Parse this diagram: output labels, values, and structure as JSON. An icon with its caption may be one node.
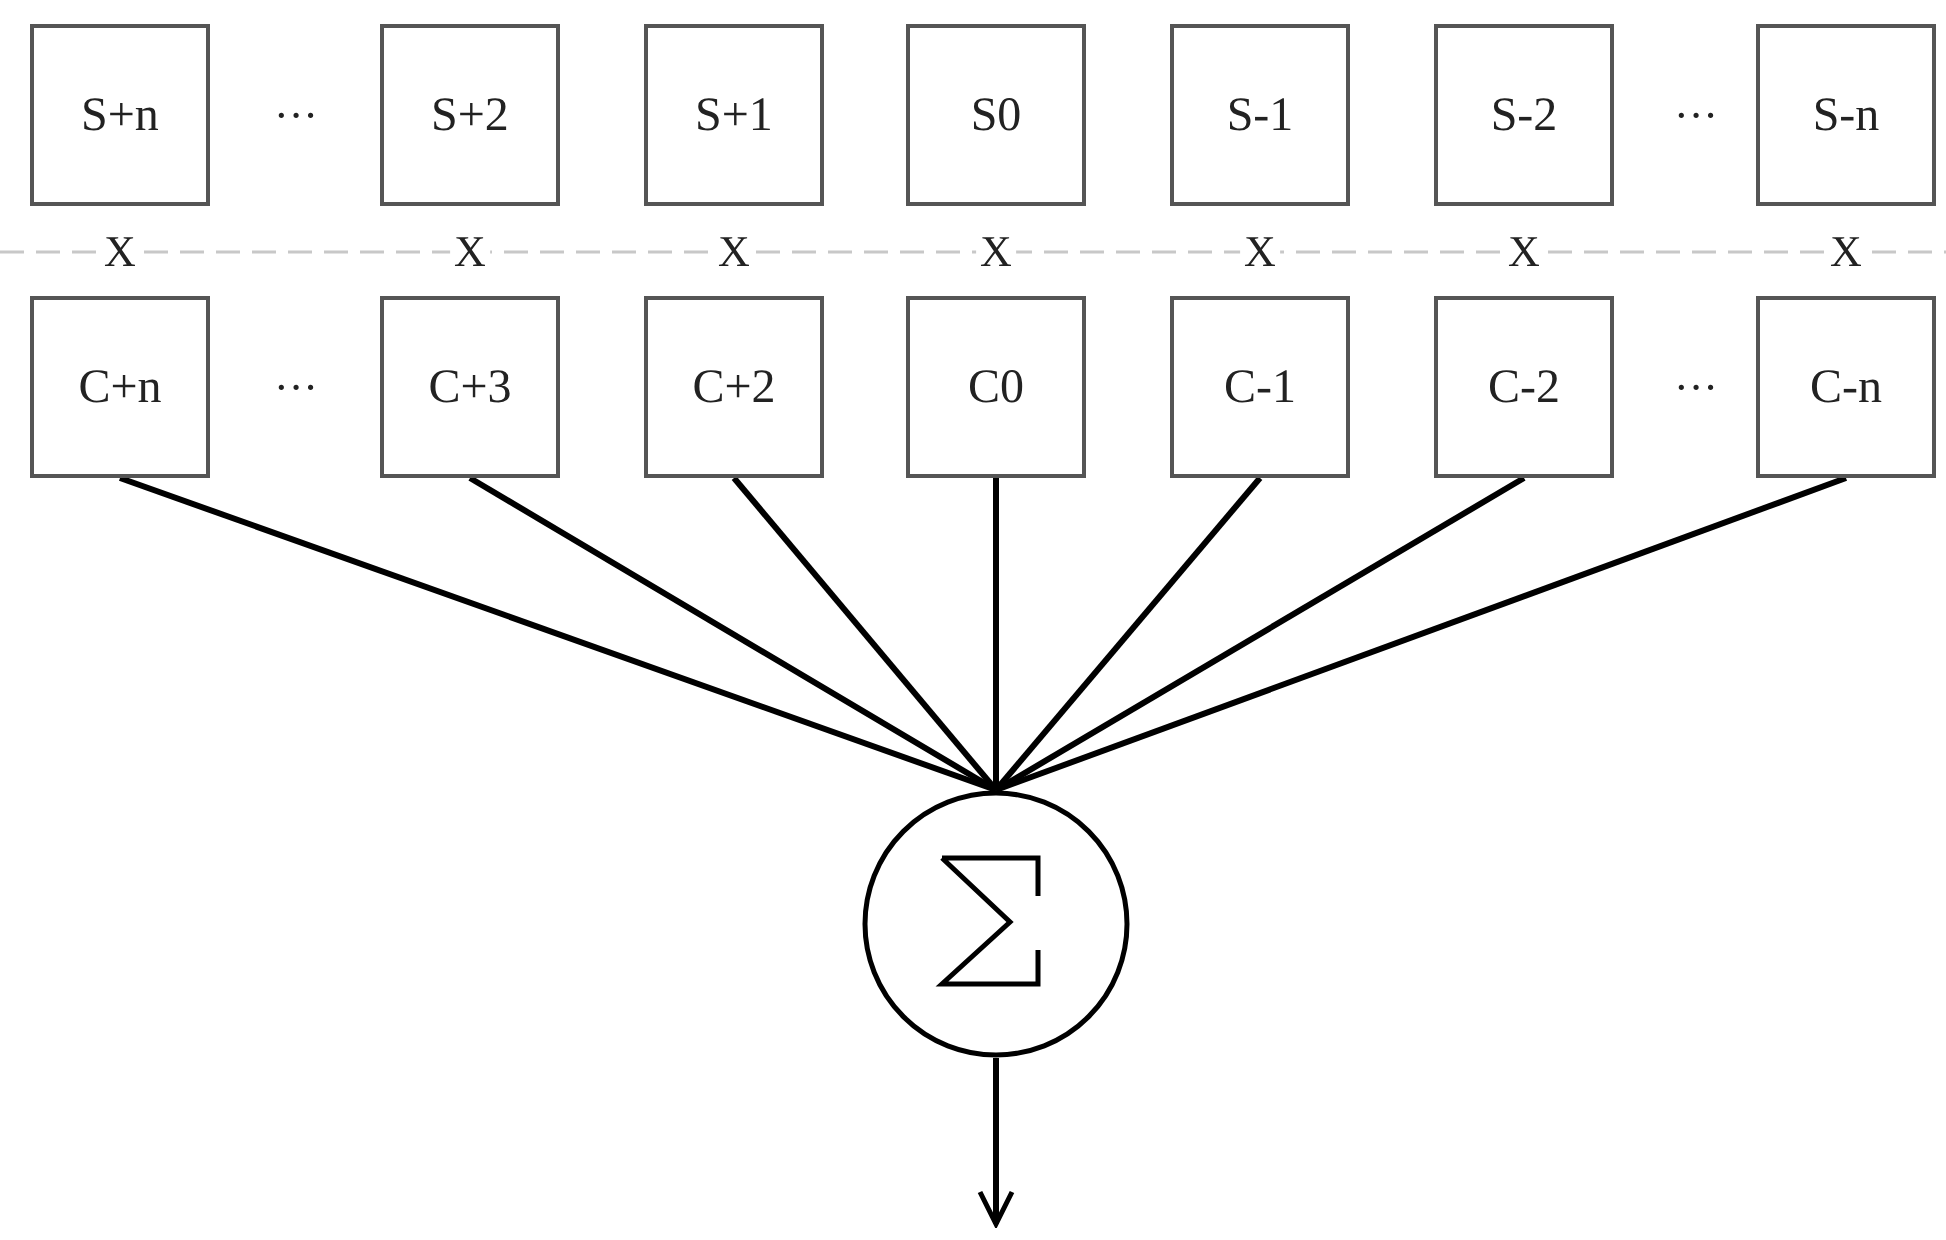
{
  "diagram": {
    "nodes": [
      {
        "text": [
          "S+n"
        ]
      },
      {
        "text": [
          "S+2"
        ]
      },
      {
        "text": [
          "S+1"
        ]
      },
      {
        "text": [
          "S0"
        ]
      },
      {
        "text": [
          "S-1"
        ]
      },
      {
        "text": [
          "S-2"
        ]
      },
      {
        "text": [
          "S-n"
        ]
      },
      {
        "text": [
          "C+n"
        ]
      },
      {
        "text": [
          "C+3"
        ]
      },
      {
        "text": [
          "C+2"
        ]
      },
      {
        "text": [
          "C0"
        ]
      },
      {
        "text": [
          "C-1"
        ]
      },
      {
        "text": [
          "C-2"
        ]
      },
      {
        "text": [
          "C-n"
        ]
      },
      {
        "text": [],
        "shape": "circle"
      }
    ],
    "edges": [
      {
        "from": 7,
        "to": 14,
        "arrow": "none"
      },
      {
        "from": 8,
        "to": 14,
        "arrow": "none"
      },
      {
        "from": 9,
        "to": 14,
        "arrow": "none"
      },
      {
        "from": 10,
        "to": 14,
        "arrow": "none"
      },
      {
        "from": 11,
        "to": 14,
        "arrow": "none"
      },
      {
        "from": 12,
        "to": 14,
        "arrow": "none"
      },
      {
        "from": 13,
        "to": 14,
        "arrow": "none"
      },
      {
        "from": 14,
        "to": null,
        "arrow": "to"
      }
    ],
    "labels": [
      "···",
      "···",
      "X",
      "X",
      "X",
      "X",
      "X",
      "X",
      "X",
      "···",
      "···"
    ]
  }
}
